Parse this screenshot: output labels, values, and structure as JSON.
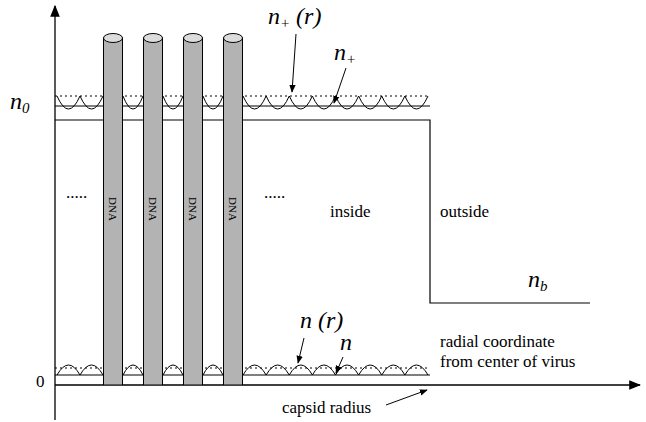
{
  "diagram": {
    "nodes": [
      {
        "text": [
          "DNA"
        ]
      },
      {
        "text": [
          "DNA"
        ]
      },
      {
        "text": [
          "DNA"
        ]
      },
      {
        "text": [
          "DNA"
        ]
      }
    ],
    "labels": [
      "n+ (r)",
      "n+",
      "n0",
      ".....",
      ".....",
      "inside",
      "outside",
      "nb",
      "n (r)",
      "n",
      "radial coordinate from center of virus",
      "0",
      "capsid radius"
    ]
  }
}
